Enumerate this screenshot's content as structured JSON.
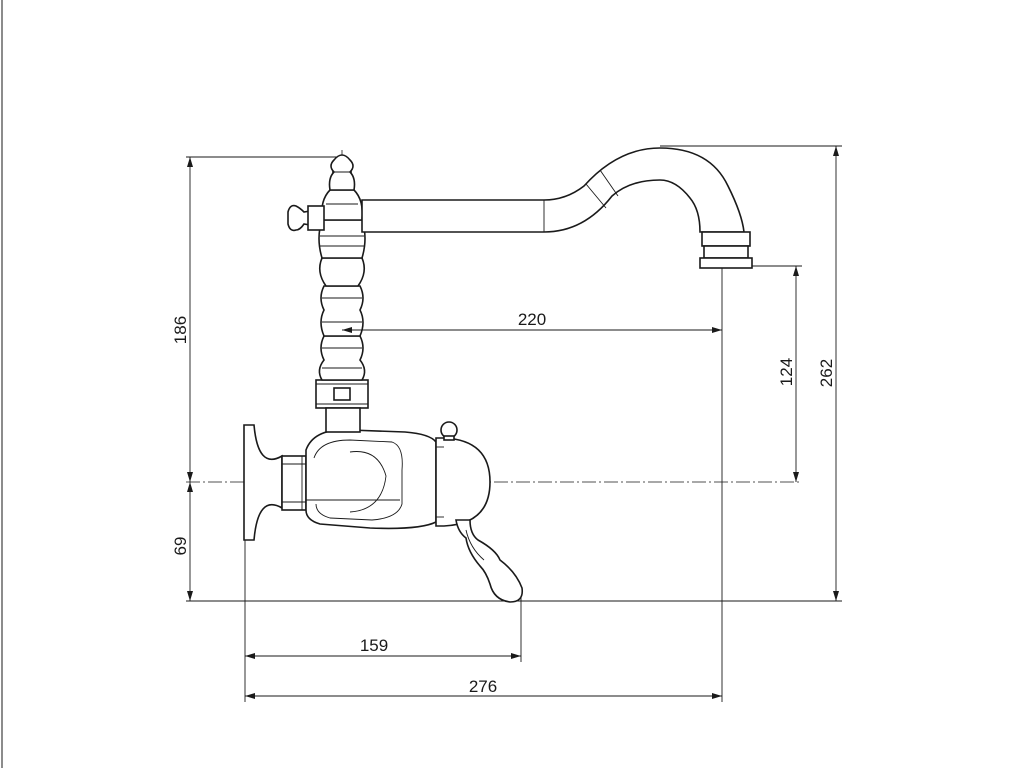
{
  "dimensions": {
    "total_height": "262",
    "upper_height": "186",
    "lower_height": "69",
    "spout_outlet_height": "124",
    "spout_reach": "220",
    "lever_depth": "159",
    "total_depth": "276"
  }
}
